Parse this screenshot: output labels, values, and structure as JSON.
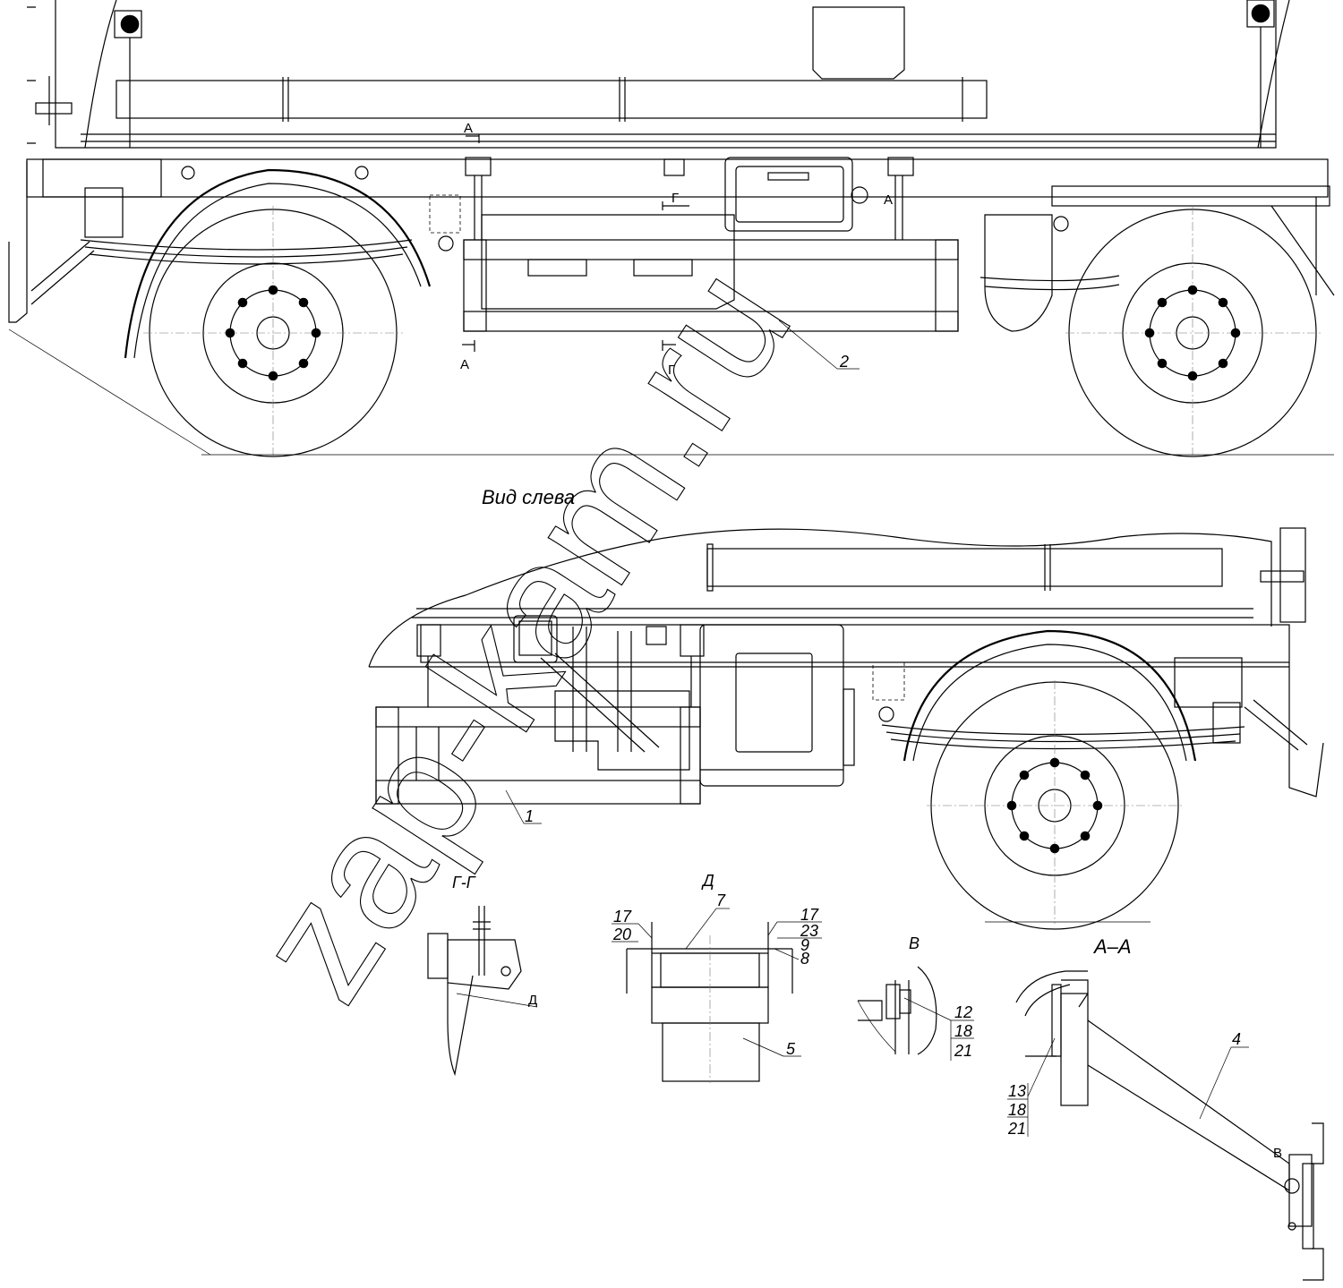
{
  "view_title": "Вид слева",
  "watermark": "zap-kam.ru",
  "section_aa": "А–А",
  "section_gg": "Г-Г",
  "view_d": "Д",
  "view_v": "В",
  "marks": {
    "a_top": "А",
    "a_bottom": "А",
    "a_callout": "А",
    "g_top": "Г",
    "g_bottom": "Г",
    "d_callout": "Д",
    "v_callout": "В"
  },
  "callouts": {
    "p1": "1",
    "p2": "2",
    "p4": "4",
    "p5": "5",
    "p7": "7",
    "d_left_top": "17",
    "d_left_bot": "20",
    "d_right_1": "17",
    "d_right_2": "23",
    "d_right_3": "9",
    "d_right_4": "8",
    "v_1": "12",
    "v_2": "18",
    "v_3": "21",
    "aa_1": "13",
    "aa_2": "18",
    "aa_3": "21"
  }
}
